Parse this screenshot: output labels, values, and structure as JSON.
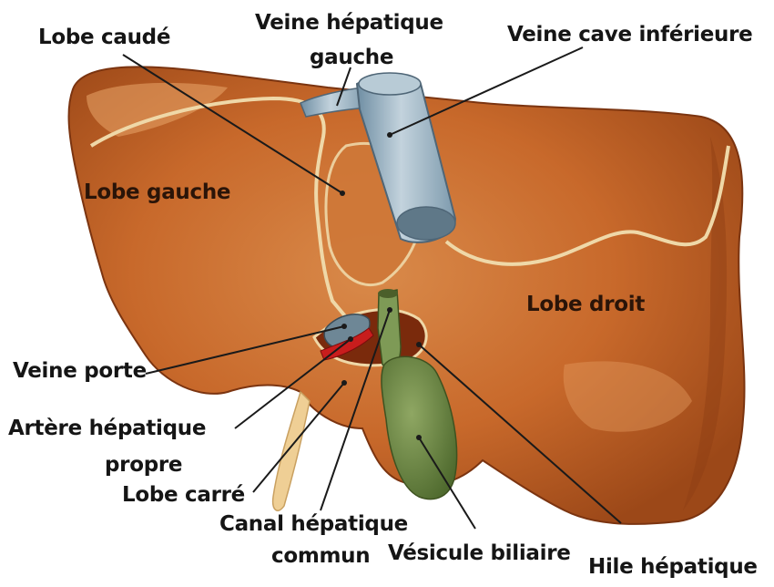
{
  "labels": {
    "lobe_caude": "Lobe caudé",
    "veine_hepatique_gauche_1": "Veine hépatique",
    "veine_hepatique_gauche_2": "gauche",
    "veine_cave_inferieure": "Veine cave inférieure",
    "lobe_gauche": "Lobe gauche",
    "lobe_droit": "Lobe droit",
    "veine_porte": "Veine porte",
    "artere_hepatique_1": "Artère hépatique",
    "artere_hepatique_2": "propre",
    "lobe_carre": "Lobe carré",
    "canal_hepatique_1": "Canal hépatique",
    "canal_hepatique_2": "commun",
    "vesicule_biliaire": "Vésicule biliaire",
    "hile_hepatique": "Hile hépatique"
  },
  "colors": {
    "liver": "#c8692b",
    "liver_light": "#e6a064",
    "liver_dark": "#8f3e15",
    "vein_blue": "#93adbd",
    "gallbladder": "#6f8a48",
    "artery_red": "#c81d1d",
    "ligament": "#efd8a8",
    "leader_line": "#1a1a1a"
  }
}
